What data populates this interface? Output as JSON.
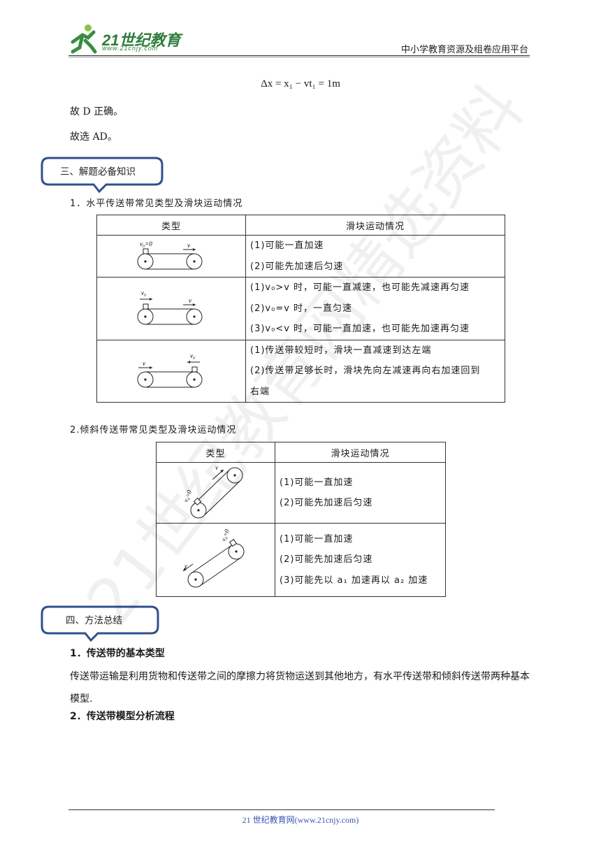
{
  "header": {
    "logo_text": "21世纪教育",
    "logo_url": "www.21cnjy.com",
    "right_text": "中小学教育资源及组卷应用平台"
  },
  "intro": {
    "formula": "Δx = x₁ − vt₁ = 1m",
    "line_d": "故 D 正确。",
    "line_ad": "故选 AD。"
  },
  "section3": {
    "title": "三、解题必备知识",
    "heading1": "1．水平传送带常见类型及滑块运动情况",
    "table1": {
      "col_type": "类型",
      "col_desc": "滑块运动情况",
      "rows": [
        {
          "lines": [
            "(1)可能一直加速",
            "(2)可能先加速后匀速"
          ]
        },
        {
          "lines": [
            "(1)v₀>v 时，可能一直减速，也可能先减速再匀速",
            "(2)v₀=v 时，一直匀速",
            "(3)v₀<v 时，可能一直加速，也可能先加速再匀速"
          ]
        },
        {
          "lines": [
            "(1)传送带较短时，滑块一直减速到达左端",
            "(2)传送带足够长时，滑块先向左减速再向右加速回到",
            "右端"
          ]
        }
      ],
      "diagram_labels": {
        "v0_zero": "v₀=0",
        "v": "v",
        "v0": "v₀"
      }
    },
    "heading2": "2.倾斜传送带常见类型及滑块运动情况",
    "table2": {
      "col_type": "类型",
      "col_desc": "滑块运动情况",
      "rows": [
        {
          "lines": [
            "(1)可能一直加速",
            "(2)可能先加速后匀速"
          ]
        },
        {
          "lines": [
            "(1)可能一直加速",
            "(2)可能先加速后匀速",
            "(3)可能先以 a₁ 加速再以 a₂ 加速"
          ]
        }
      ],
      "diagram_labels": {
        "v0_zero": "v₀=0",
        "v": "v"
      }
    }
  },
  "section4": {
    "title": "四、方法总结",
    "heading1": "1．传送带的基本类型",
    "paragraph": "传送带运输是利用货物和传送带之间的摩擦力将货物运送到其他地方，有水平传送带和倾斜传送带两种基本模型.",
    "heading2": "2．传送带模型分析流程"
  },
  "footer": {
    "text": "21 世纪教育网(www.21cnjy.com)"
  },
  "watermark": {
    "text": "21世纪教育网精选资料"
  },
  "colors": {
    "logo_green": "#2f7d3a",
    "callout_blue": "#2f4f8f",
    "footer_blue": "#3a55b4"
  }
}
